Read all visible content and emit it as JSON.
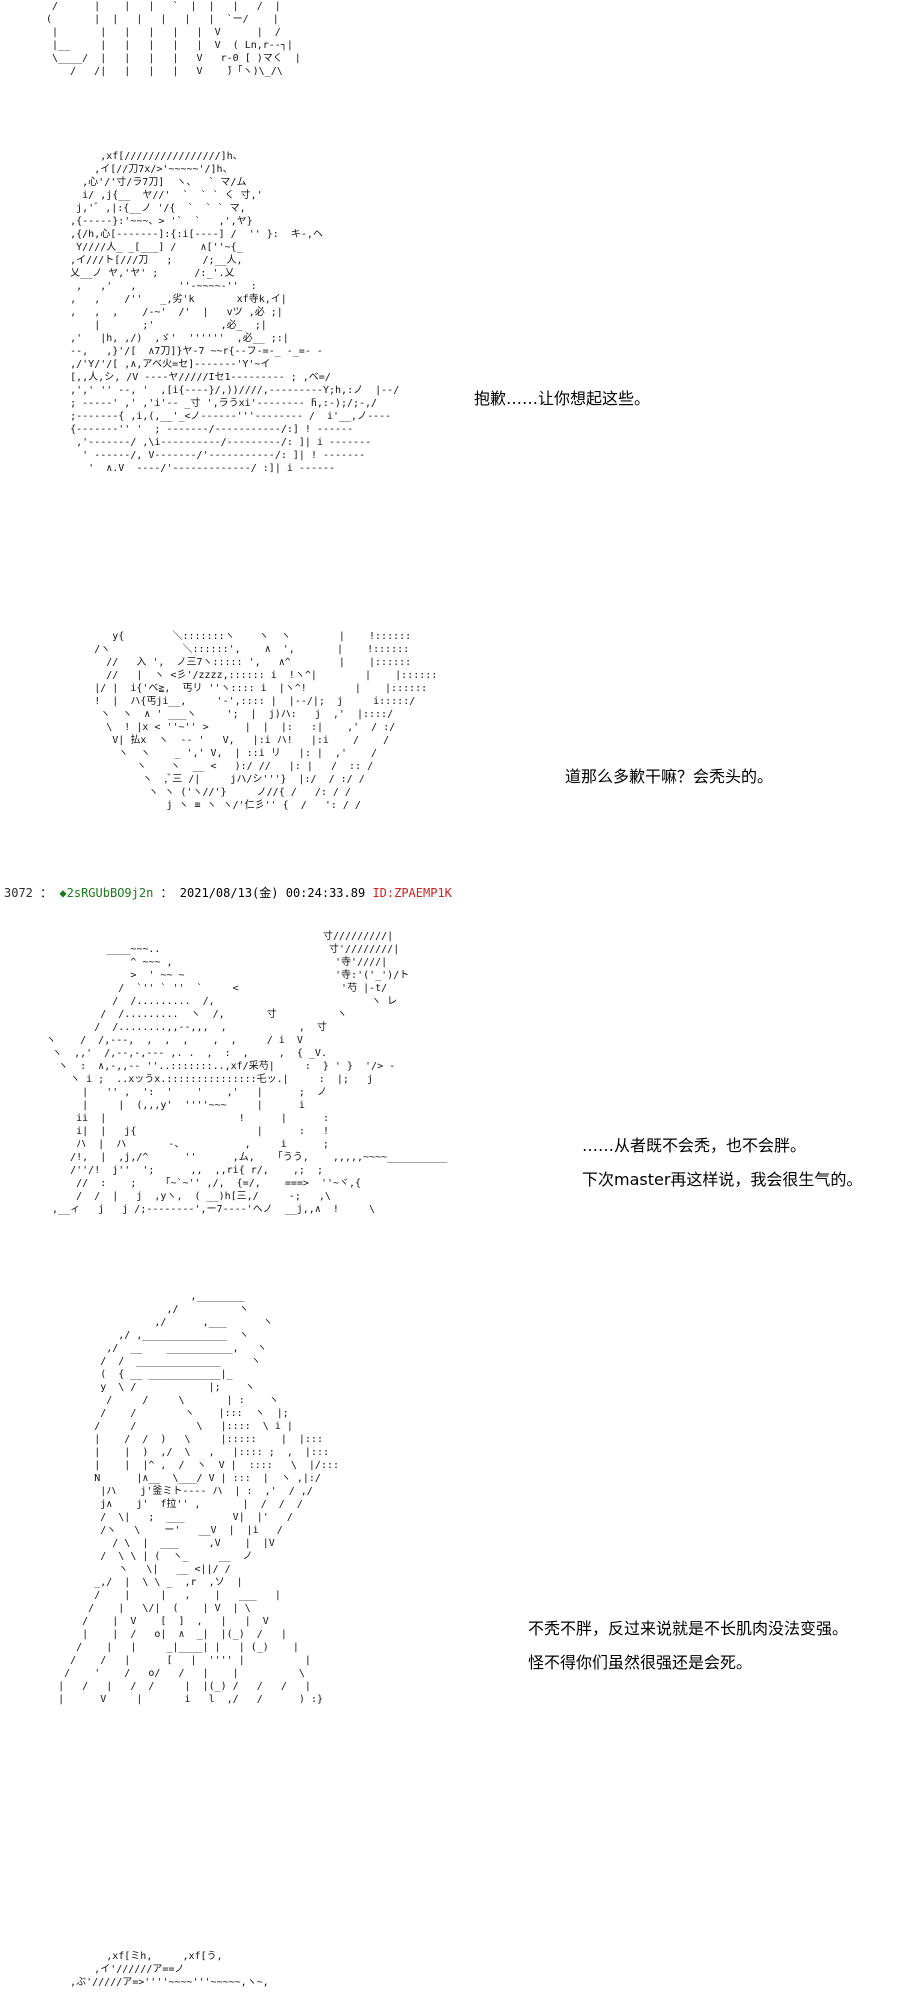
{
  "panels": [
    {
      "name": "panel-1",
      "art": "  /      |    |   |   `  |  |   |   /  |\n (       |  |   |   |   |   |  `ー/    |\n  |       |   |   |   |   |  V      |  /\n  |__     |   |   |   |   |  V  ( Ln,r--┐|\n  \\____/  |   |   |   |   V   r-0 [ )マく  |\n     /   /|   |   |   |   V    ̄)「ヽ)\\_/\\",
      "dialogue": []
    },
    {
      "name": "panel-2",
      "art": "           ,xf[////////////////]h、\n          ,イ[//刀7x/>'~~~~~'/]h、\n        ,心'/'寸/ラ7刀]  ヽ、  ` マ/ム\n        i/ ,j{__  ヤ//'  `  ` ` く 寸,'\n       j,'ﾞ ,|:{__ノ '/{  `  ` ` マ,\n      ,{-----}:'~~~、> '`  `   ,',ヤ}\n      ,{/h,心[-------]:{:i[----] /  '' }:  キ-,ヘ\n       Y////人_ _[___] /    ∧[''~{_\n      ,イ///ト[///刀   ;     /;__人,\n      乂__ノ ヤ,'ヤ' ;      /:_'.乂\n       ,   ,'   ,       ''-~~~~-''  :\n      ,   ,    /''   _,劣'k       xf寺k,イ|\n      ,   ,  ,    /-~'  /'  |   vツ ,必 ;|\n          |       ;'           ,必_  ;|\n      ,'   |h, ,/)  ,ゞ'  ''''''  ,必__ ;:|\n      --,   ,}'/[  ∧7刀]}ヤ-7 ~~r{--フ-=-_ -_=- -\n      ,/'Y/'/[ ,∧,アベ火=セ]-------'Y'~イ\n      [,,人,シ, /V ----ヤ/////Iセ1--------- ; ,ベ=/\n      ,',' '' --, '  ,[i{----}/,))////,---------Y;h,:ノ  |--/\n      ; -----' ,' ,'i'-- _寸 ',ラうxi'-------- ̄h,:-);/;-,/\n      ;-------{ ,i,(,__'_<ノ------'''-------- /  i'__,ノ----\n      {-------'' '  ; -------/-----------/:] ! ------\n       ,'-------/ ,\\i----------/---------/: ]| i -------\n        ' ------/, V-------/'-----------/: ]| ! -------\n         '  ∧.V  ----/'-------------/ :]| i ------",
      "dialogue": [
        "抱歉……让你想起这些。"
      ]
    },
    {
      "name": "panel-3",
      "art": "             y{        ＼:::::::ヽ    ヽ  ヽ        |    !::::::\n          /ヽ            ＼::::::',    ∧  ',       |    !::::::\n            //   入 ',  ノ三7ヽ::::: ',   ∧^        |    |::::::\n            //   |  ヽ <彡'/zzzz,:::::: i  !ヽ^|        |    |::::::\n          |/ |  i{'ベ≧,  丐リ ''ヽ:::: i  |ヽ^!        |    |::::::\n          !  |  ハ{丐ji__,     '-',:::: |  |--/|;  j     i:::::/\n           ヽ  ヽ  ∧ ' ___ヽ     ';  |  j)ハ:   j  ,'  |::::/\n            \\  ! |x < ''~'' >      |  |  |:   :|    ,'  / :/\n             V| 払x  ヽ  -- '   V,   |:i ハ!   |:i    /    /\n              ヽ  ヽ    _ ',' V,  | ::i リ   |: |  ,'    /\n                 ヽ    ヽ  __ <   ):/ //   |: |   /  :: /\n                  ヽ  ,ﾞ三 /|     jハ/シ'''}  |:/  / :/ /\n                   ヽ ヽ ('ヽ//'}     ノ//{ /   /: / /\n                      j ヽ ≡ ヽ ヽ/'仁彡'' {  /   ': / /",
      "dialogue": [
        "道那么多歉干嘛？会秃头的。"
      ]
    },
    {
      "name": "panel-4",
      "art": "                                                寸/////////|\n            ____~~~..                            寸'////////|\n                ^ ~~~ ,                           '寺'////|\n                >  ' ~~ ~                         '寺:'('_')/ト\n              /  `'' ` ''  `     <                 '芍 |-t/\n             /  /.........  /,                          ヽ レ\n           /  /.........  ヽ  /,       寸          ヽ\n          /  /........,,--,,,  ,            ,  寸\n  ヽ    /  /,---,  ,  ,  ,    ,  ,     / i  V\n   ヽ  ,,'  /,--,-,--- ,. .  ,  :  ,     ,  { _V.\n    ヽ  :  ∧,-,,-- ''..:::::::..,xf/采芍|     :  } ' }  '/> -\n      ヽ i ;  ..xッうx.:::::::::::::::乇ッ.|     :  |;   j\n        |   '' ,  ':  '    '    ,'   |      ;  ノ\n        |     |  (,,,y'  ''''~~~     |      i\n       ii  |                      !      |      :\n       i|  |   j{                    |      :   !\n       ハ  |  ハ       -、          ,     i      ;\n      /!,  |  ,j,/^      ''      ,ム,   「うう,    ,,,,,~~~~__________\n      /''/!  j''  ';      ,,  ,,ri{ r/,    ,;  ;\n       //  :    ;    「~`~'' ,/,  {=/,    ===>  ''~ヾ,{\n       /  /  |   j  ,yヽ,  ( __)h[三,/     -;   ,\\\n   ,__ィ   j   j /;--------',ー7----'ヘノ  __j,,∧  !     \\",
      "dialogue": [
        "……从者既不会秃，也不会胖。",
        "下次master再这样说，我会很生气的。"
      ]
    },
    {
      "name": "panel-5",
      "art": "                          ,________\n                      ,/          ヽ\n                    ,/      ,___      ヽ\n              ,/ ,______________  ヽ\n            ,/  __    ___________,   ヽ\n           /  /  ______________     ヽ\n           (  { __ ____________|_\n           y  \\ /            |;    ヽ\n            /     /     \\       | :    ヽ\n           /    /        ヽ    |:::  ヽ  |;\n          /     /          \\   |::::  \\ i |\n          |    /  /  )   \\     |:::::    |  |:::\n          |    |  )  ,/  \\   ,   |:::: ;  ,  |:::\n          |    |  |^ ,  /  ヽ  V |  ::::   \\  |/:::\n          N      |∧__  \\___/ V | :::  |  ヽ ,|:/\n           |ハ    j'釜ミト---- ハ  | :  ,'  / ,/\n           j∧    j'  f拉'' ,       |  /  /  /\n           /  \\|   ;  ___        V|  |'   /\n           /ヽ   \\    ー'   __V  |  |i   /\n             / \\  |  ___     ,V    |  |V\n           /  \\ \\ | (  ヽ_     __  ノ\n              ヽ   \\|   __ <||/ /\n          _,/  |  \\ \\ _  ,r  ,ソ  |\n          /    |     |   ,    |   ___   |\n         /    |   \\/|  (    | V  | \\\n        /    |  V    [  ]  ,   |   |  V\n        |    |  /   o|  ∧  _|  |(_)  /   |\n       /    |   |     _|____| |   | (_)    |\n      /    /   |      [   |  '''' |          |\n     /    '    /   o/   /   |    |          \\\n    |   /   |   /  /     |  |(_) /   /   /   |\n    |      V     |       i   l  ,/   /      ) :}",
      "dialogue": [
        "不秃不胖，反过来说就是不长肌肉没法变强。",
        "怪不得你们虽然很强还是会死。"
      ]
    },
    {
      "name": "panel-6",
      "art": "           ,xf[ミh,     ,xf[う,\n         ,イ'//////ア==ノ\n     ,ぶ'/////ア=>''''~~~~'''~~~~~,ヽ~,",
      "dialogue": []
    }
  ],
  "post": {
    "number": "3072",
    "separator": "：",
    "trip": "◆2sRGUbBO9j2n",
    "separator2": "：",
    "datetime": "2021/08/13(金) 00:24:33.89",
    "id": "ID:ZPAEMP1K"
  }
}
